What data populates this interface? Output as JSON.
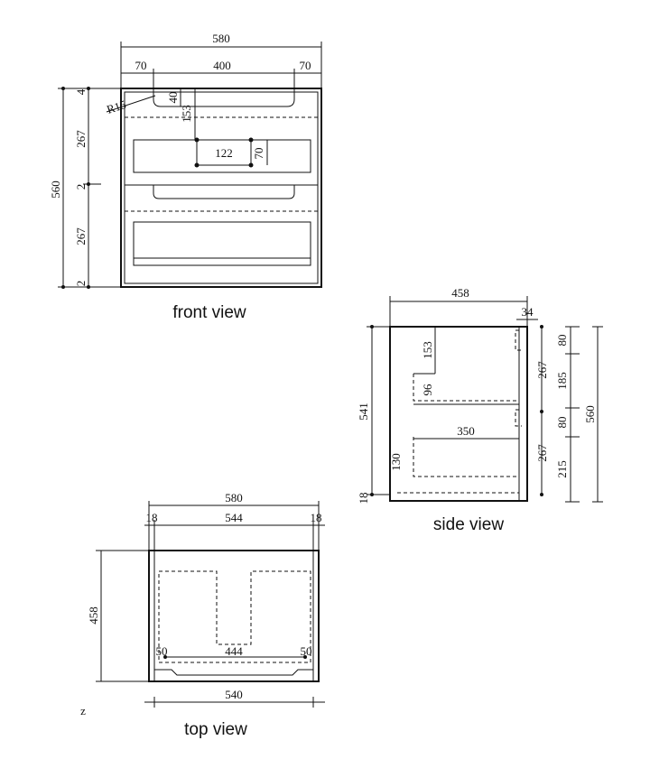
{
  "front_view": {
    "caption": "front view",
    "dims": {
      "overall_width": "580",
      "side_left": "70",
      "center_width": "400",
      "side_right": "70",
      "overall_height": "560",
      "top_gap": "4",
      "upper_drawer": "267",
      "mid_gap": "2",
      "lower_drawer": "267",
      "bottom_gap": "2",
      "radius": "R15",
      "handle_depth": "40",
      "drop": "153",
      "notch_width": "122",
      "notch_height": "70"
    }
  },
  "side_view": {
    "caption": "side view",
    "dims": {
      "depth": "458",
      "front_thickness": "34",
      "inner_height": "541",
      "base": "18",
      "upper_drop": "153",
      "upper_drawer_height": "96",
      "lower_drawer_depth": "350",
      "lower_drawer_height": "130",
      "seg_80a": "80",
      "seg_185": "185",
      "seg_80b": "80",
      "seg_215": "215",
      "front_267a": "267",
      "front_267b": "267",
      "overall_height": "560"
    }
  },
  "top_view": {
    "caption": "top view",
    "dims": {
      "overall_width": "580",
      "side_left": "18",
      "inner_width": "544",
      "side_right": "18",
      "depth": "458",
      "drawer_left": "50",
      "drawer_width": "444",
      "drawer_right": "50",
      "bottom_width": "540"
    }
  },
  "stray_mark": "z"
}
